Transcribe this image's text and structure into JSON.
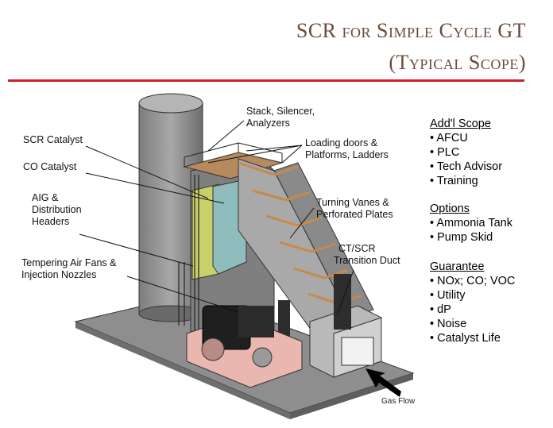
{
  "title": {
    "line1_a": "SCR",
    "line1_b": " for Simple Cycle GT",
    "line2": "(Typical Scope)"
  },
  "labels": {
    "stack": "Stack, Silencer,",
    "stack2": "Analyzers",
    "scr_catalyst": "SCR Catalyst",
    "co_catalyst": "CO Catalyst",
    "aig1": "AIG &",
    "aig2": "Distribution",
    "aig3": "Headers",
    "loading1": "Loading doors &",
    "loading2": "Platforms, Ladders",
    "turning1": "Turning Vanes &",
    "turning2": "Perforated Plates",
    "tempering1": "Tempering Air Fans &",
    "tempering2": "Injection Nozzles",
    "ct1": "CT/SCR",
    "ct2": "Transition Duct",
    "gas_flow": "Gas Flow"
  },
  "scope": {
    "heading": "Add'l Scope",
    "items": [
      "AFCU",
      "PLC",
      "Tech Advisor",
      "Training"
    ]
  },
  "options": {
    "heading": "Options",
    "items": [
      "Ammonia Tank",
      "Pump Skid"
    ]
  },
  "guarantee": {
    "heading": "Guarantee",
    "items": [
      "NOx; CO; VOC",
      "Utility",
      "dP",
      "Noise",
      "Catalyst Life"
    ]
  },
  "colors": {
    "title": "#6b4a3a",
    "rule": "#d0202a",
    "steel": "#9a9a9a",
    "scr_catalyst": "#c9cf6a",
    "co_catalyst": "#8fbcbc",
    "pink": "#e9b7b0",
    "copper": "#c8894a"
  }
}
